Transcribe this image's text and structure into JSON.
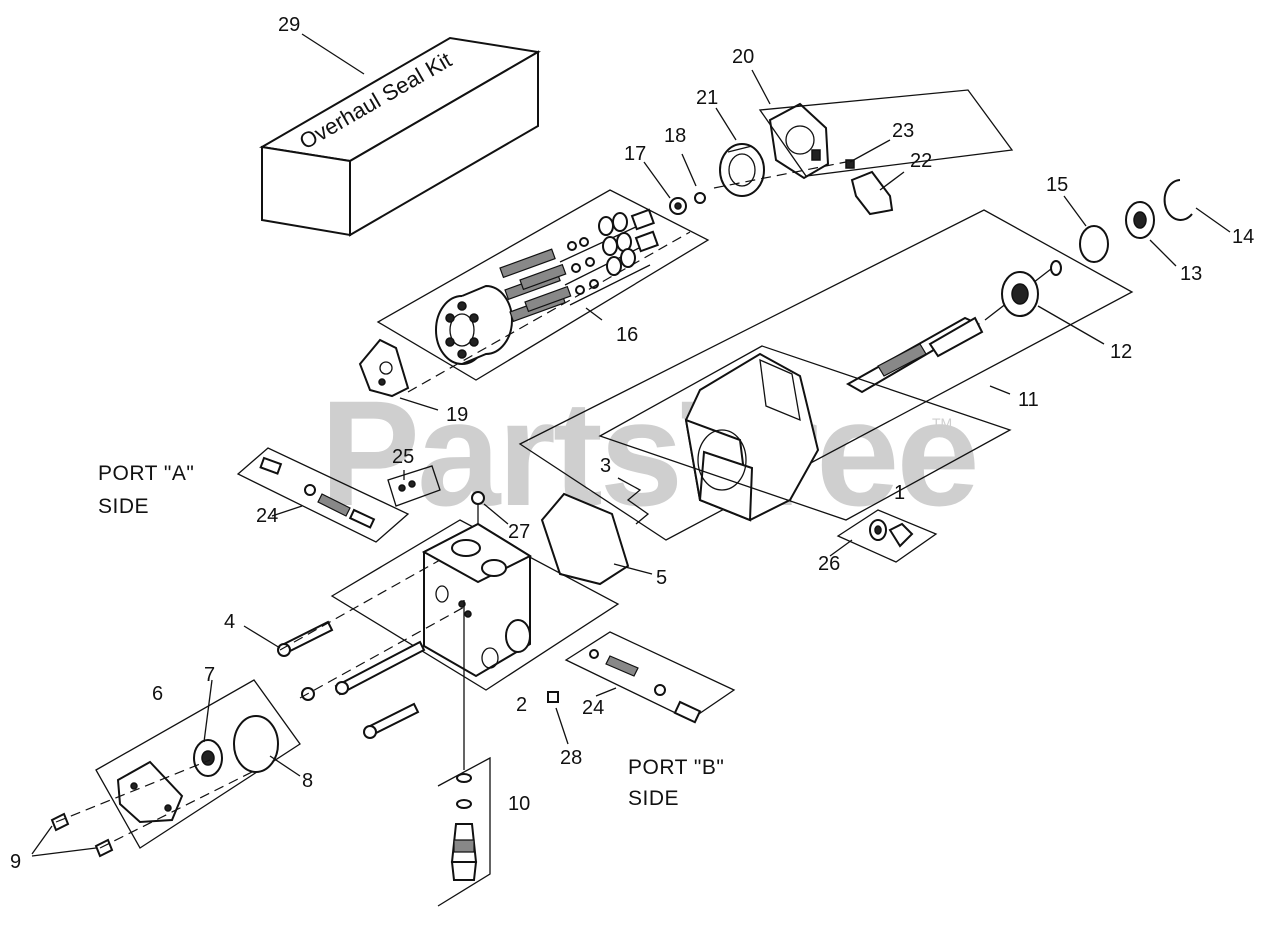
{
  "watermark": {
    "text": "PartsTree",
    "tm": "TM"
  },
  "seal_kit": {
    "text": "Overhaul Seal Kit"
  },
  "ports": {
    "a_line1": "PORT \"A\"",
    "a_line2": "SIDE",
    "b_line1": "PORT \"B\"",
    "b_line2": "SIDE"
  },
  "callouts": [
    "29",
    "20",
    "21",
    "18",
    "17",
    "23",
    "22",
    "15",
    "14",
    "13",
    "12",
    "16",
    "11",
    "19",
    "25",
    "3",
    "1",
    "24",
    "27",
    "5",
    "26",
    "4",
    "6",
    "7",
    "8",
    "2",
    "24",
    "28",
    "10",
    "9"
  ]
}
